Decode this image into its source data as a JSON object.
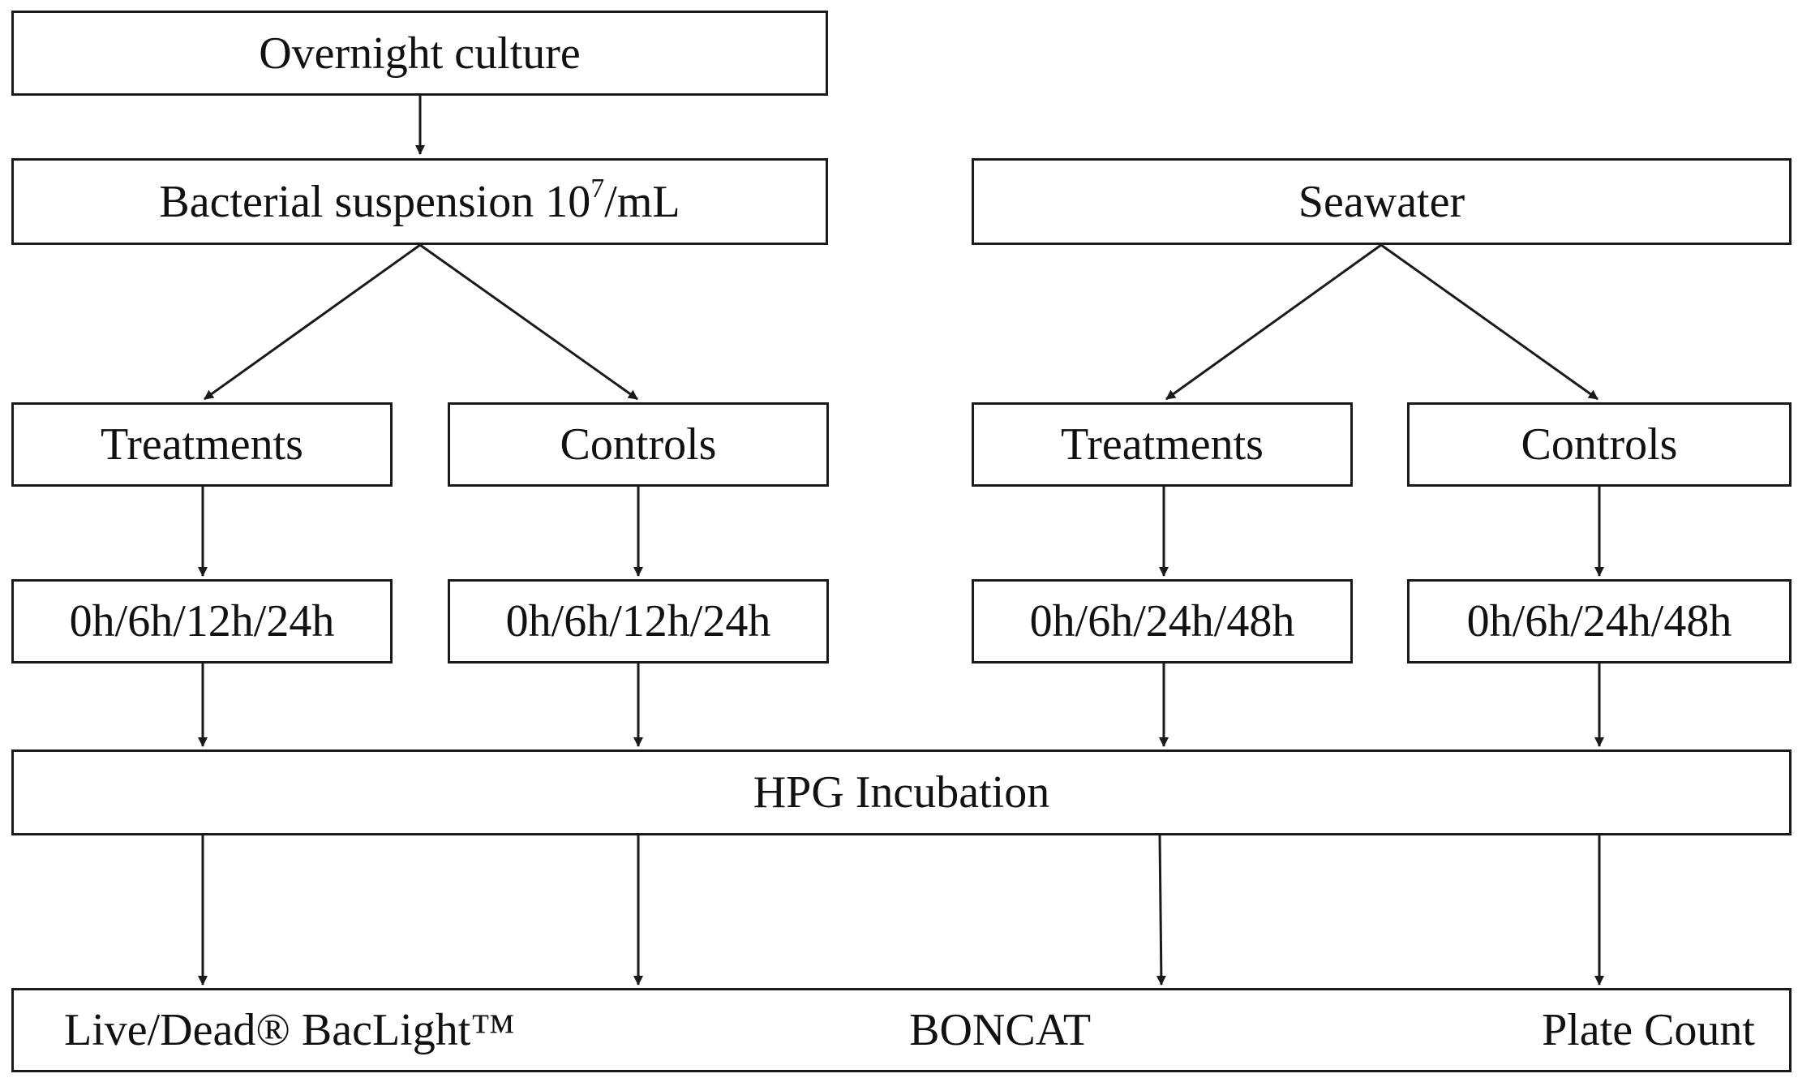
{
  "nodes": {
    "overnight_culture": "Overnight culture",
    "bacterial_suspension": {
      "prefix": "Bacterial suspension 10",
      "exponent": "7",
      "suffix": "/mL"
    },
    "seawater": "Seawater",
    "bacterial_treatments": "Treatments",
    "bacterial_controls": "Controls",
    "seawater_treatments": "Treatments",
    "seawater_controls": "Controls",
    "bacterial_treatments_times": "0h/6h/12h/24h",
    "bacterial_controls_times": "0h/6h/12h/24h",
    "seawater_treatments_times": "0h/6h/24h/48h",
    "seawater_controls_times": "0h/6h/24h/48h",
    "hpg_incubation": "HPG Incubation",
    "methods": {
      "live_dead": "Live/Dead® BacLight™",
      "boncat": "BONCAT",
      "plate_count": "Plate Count"
    }
  },
  "colors": {
    "line": "#1a1a1a",
    "text": "#111111",
    "background": "#ffffff"
  }
}
